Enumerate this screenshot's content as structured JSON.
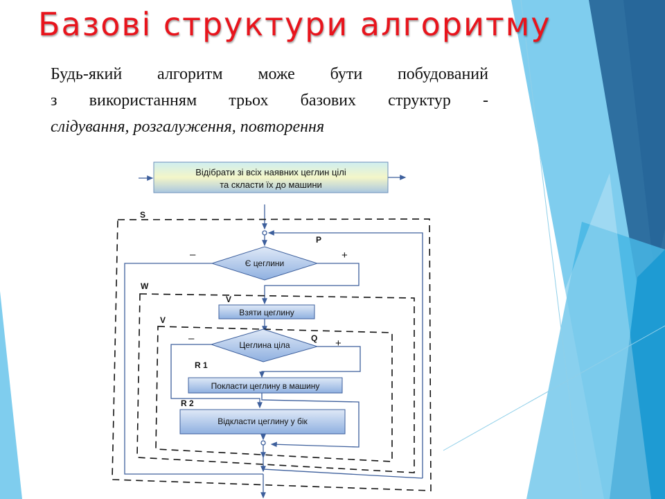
{
  "title": "Базові структури алгоритму",
  "intro": {
    "line1": "Будь-який алгоритм може бути побудований",
    "line2": "з використанням  трьох базових структур -",
    "line3": "слідування, розгалуження, повторення"
  },
  "flowchart": {
    "top_block_line1": "Відібрати зі всіх наявних цеглин цілі",
    "top_block_line2": "та скласти їх до машини",
    "label_s": "S",
    "label_p": "P",
    "label_w": "W",
    "label_v1": "V",
    "label_v2": "V",
    "label_q": "Q",
    "label_r1": "R 1",
    "label_r2": "R 2",
    "decision1": "Є цеглини",
    "decision2": "Цеглина ціла",
    "minus": "–",
    "plus": "+",
    "take_block": "Взяти цеглину",
    "put_block": "Покласти цеглину в машину",
    "set_aside_block": "Відкласти цеглину у бік"
  },
  "colors": {
    "title": "#e8141c",
    "accent_dark": "#2e6fa0",
    "accent_light": "#7fcdee",
    "line": "#3d5f9c"
  }
}
